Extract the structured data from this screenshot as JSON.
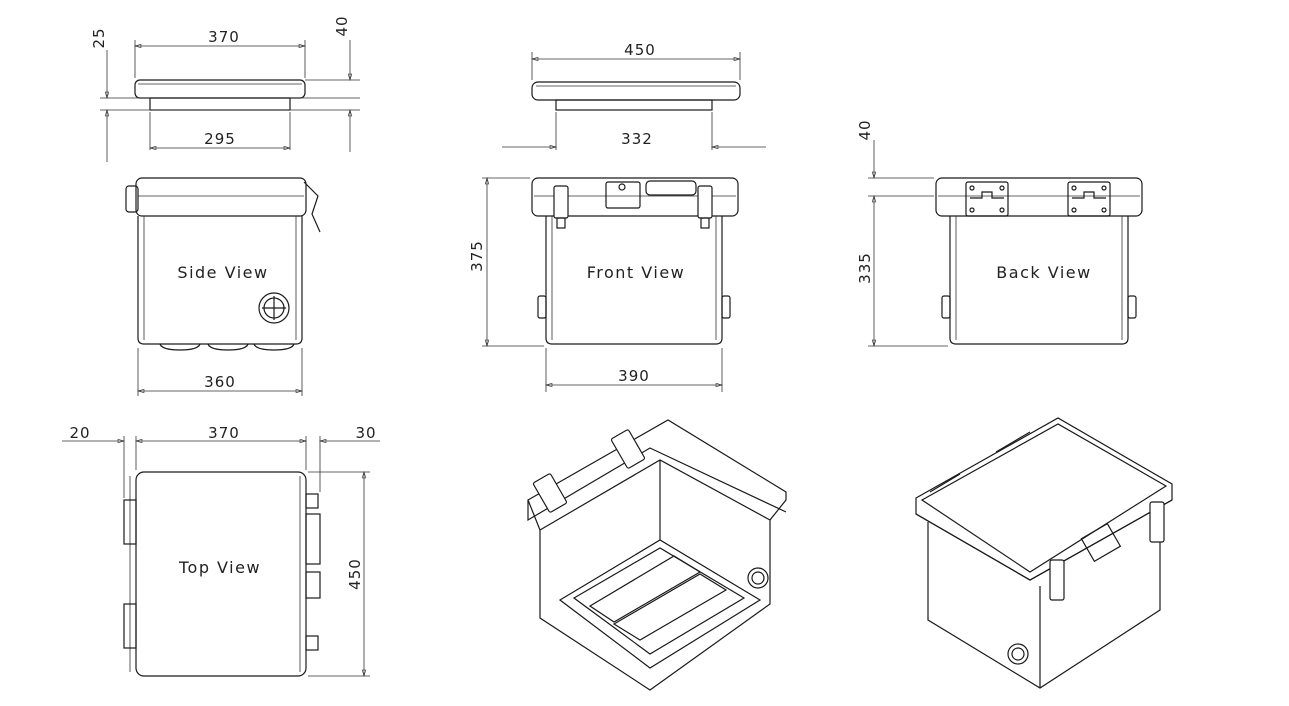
{
  "views": {
    "side": "Side View",
    "front": "Front View",
    "back": "Back View",
    "top": "Top View"
  },
  "dimensions": {
    "side_lid_thickness": "25",
    "side_lid_width": "370",
    "side_lid_height": "40",
    "side_lid_insert": "295",
    "side_base_width": "360",
    "front_lid_width": "450",
    "front_lid_insert": "332",
    "front_height": "375",
    "front_base_width": "390",
    "back_lid_height": "40",
    "back_body_height": "335",
    "top_left_offset": "20",
    "top_width": "370",
    "top_right_offset": "30",
    "top_depth": "450"
  }
}
